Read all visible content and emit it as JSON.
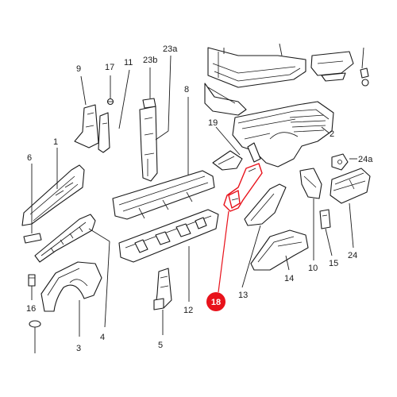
{
  "colors": {
    "line": "#1a1a1a",
    "highlight": "#e8121b",
    "background": "#ffffff"
  },
  "callouts": {
    "c1": "1",
    "c2": "2",
    "c3": "3",
    "c4": "4",
    "c5": "5",
    "c6": "6",
    "c8": "8",
    "c9": "9",
    "c10": "10",
    "c11": "11",
    "c12": "12",
    "c13": "13",
    "c14": "14",
    "c15": "15",
    "c16": "16",
    "c17": "17",
    "c19": "19",
    "c23a": "23a",
    "c23b": "23b",
    "c24": "24",
    "c24a": "24a"
  },
  "highlighted_callout": "18"
}
